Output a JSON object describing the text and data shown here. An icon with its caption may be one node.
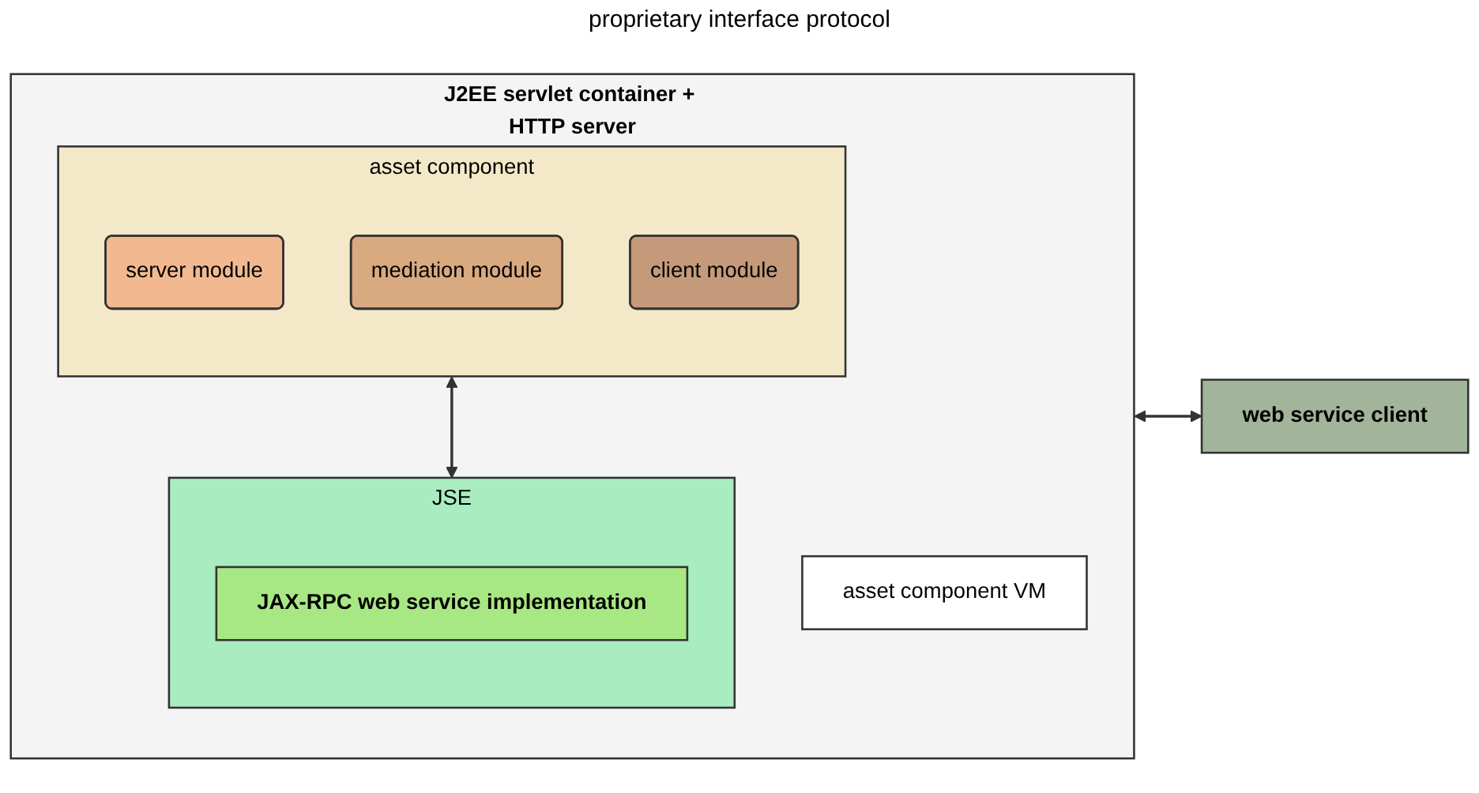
{
  "diagram": {
    "nodes": [
      {
        "text": [
          "J2EE servlet container + HTTP server"
        ]
      },
      {
        "text": [
          "asset component"
        ],
        "in": 0
      },
      {
        "text": [
          "server module"
        ],
        "in": 1
      },
      {
        "text": [
          "mediation module"
        ],
        "in": 1
      },
      {
        "text": [
          "client module"
        ],
        "in": 1
      },
      {
        "text": [
          "JSE"
        ],
        "in": 0
      },
      {
        "text": [
          "JAX-RPC web service implementation"
        ],
        "in": 5
      },
      {
        "text": [
          "asset component VM"
        ],
        "in": 0
      },
      {
        "text": [
          "web service client"
        ]
      }
    ],
    "edges": [
      {
        "from": 1,
        "to": 5,
        "arrow": "both"
      },
      {
        "from": 0,
        "to": 8,
        "arrow": "both"
      }
    ],
    "labels": [
      "proprietary interface protocol"
    ]
  }
}
